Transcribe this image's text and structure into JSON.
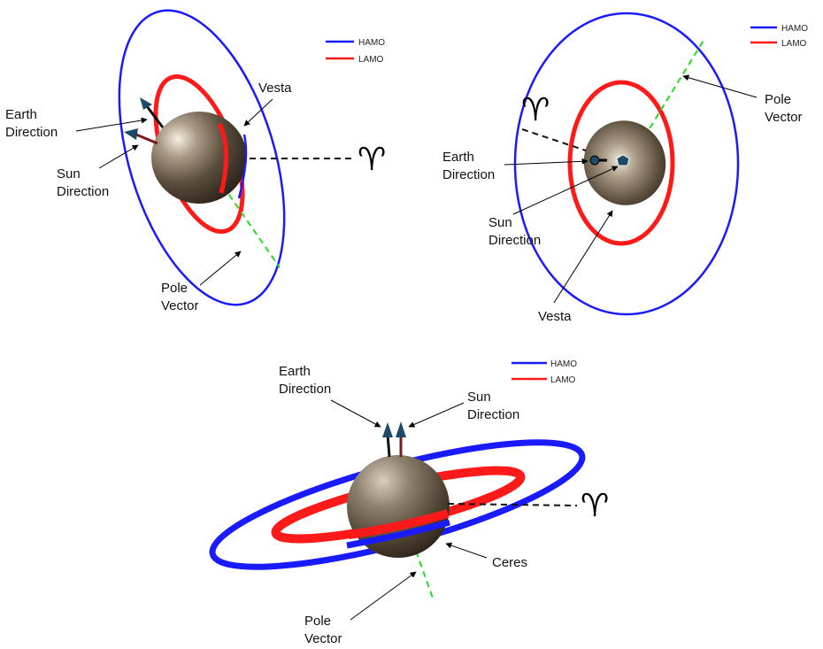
{
  "legend": {
    "hamo": {
      "label": "HAMO",
      "color": "#1a1aff"
    },
    "lamo": {
      "label": "LAMO",
      "color": "#ff1a1a"
    }
  },
  "aries_symbol": "♈",
  "panels": {
    "vesta_side": {
      "body": "Vesta",
      "earth": [
        "Earth",
        "Direction"
      ],
      "sun": [
        "Sun",
        "Direction"
      ],
      "pole": [
        "Pole",
        "Vector"
      ]
    },
    "vesta_top": {
      "body": "Vesta",
      "earth": [
        "Earth",
        "Direction"
      ],
      "sun": [
        "Sun",
        "Direction"
      ],
      "pole": [
        "Pole",
        "Vector"
      ]
    },
    "ceres": {
      "body": "Ceres",
      "earth": [
        "Earth",
        "Direction"
      ],
      "sun": [
        "Sun",
        "Direction"
      ],
      "pole": [
        "Pole",
        "Vector"
      ]
    }
  },
  "colors": {
    "pole_axis": "#22dd22",
    "asteroid_dark": "#3a2f22",
    "asteroid_light": "#e6ddcc",
    "arrow_head": "#1d4a66"
  }
}
